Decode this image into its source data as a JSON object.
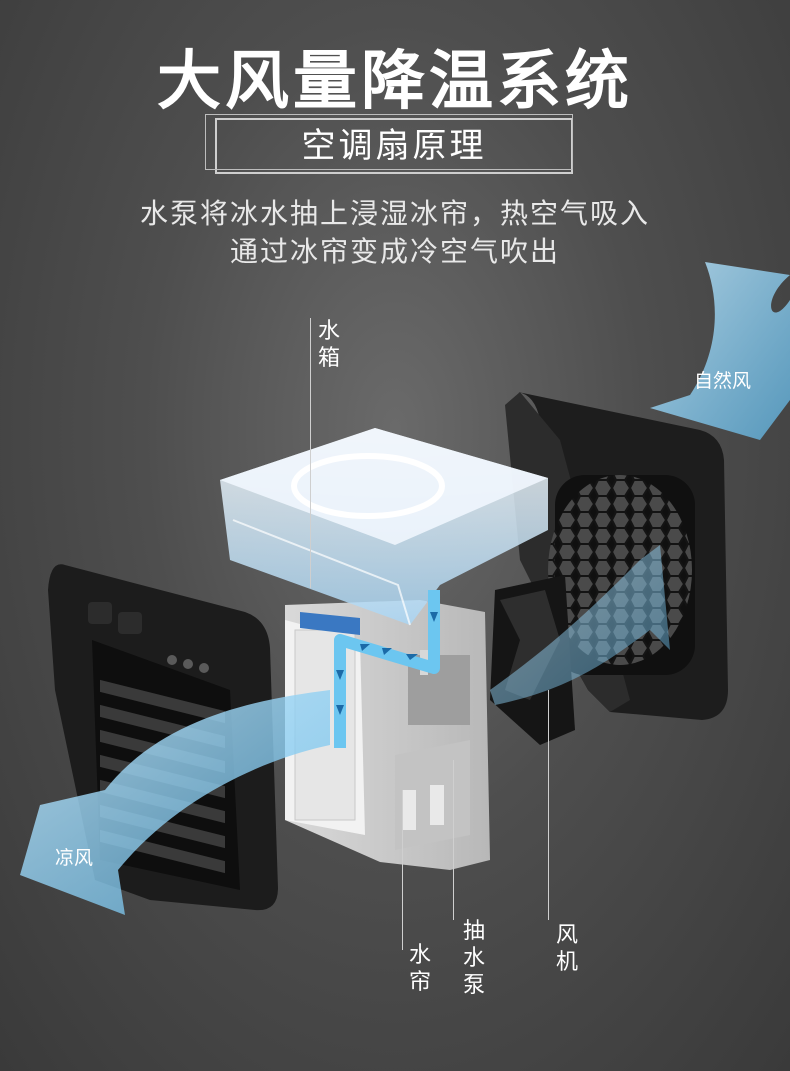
{
  "header": {
    "title": "大风量降温系统",
    "subtitle": "空调扇原理",
    "description_line1": "水泵将冰水抽上浸湿冰帘，热空气吸入",
    "description_line2": "通过冰帘变成冷空气吹出"
  },
  "labels": {
    "water_tank": "水箱",
    "natural_wind": "自然风",
    "cool_wind": "凉风",
    "water_curtain": "水帘",
    "water_pump": "抽水泵",
    "fan": "风机"
  },
  "colors": {
    "airflow": "#8fd3f4",
    "flow_arrow": "#6cc6f0",
    "frame": "#1e1e1e",
    "tank": "#dfefff"
  }
}
